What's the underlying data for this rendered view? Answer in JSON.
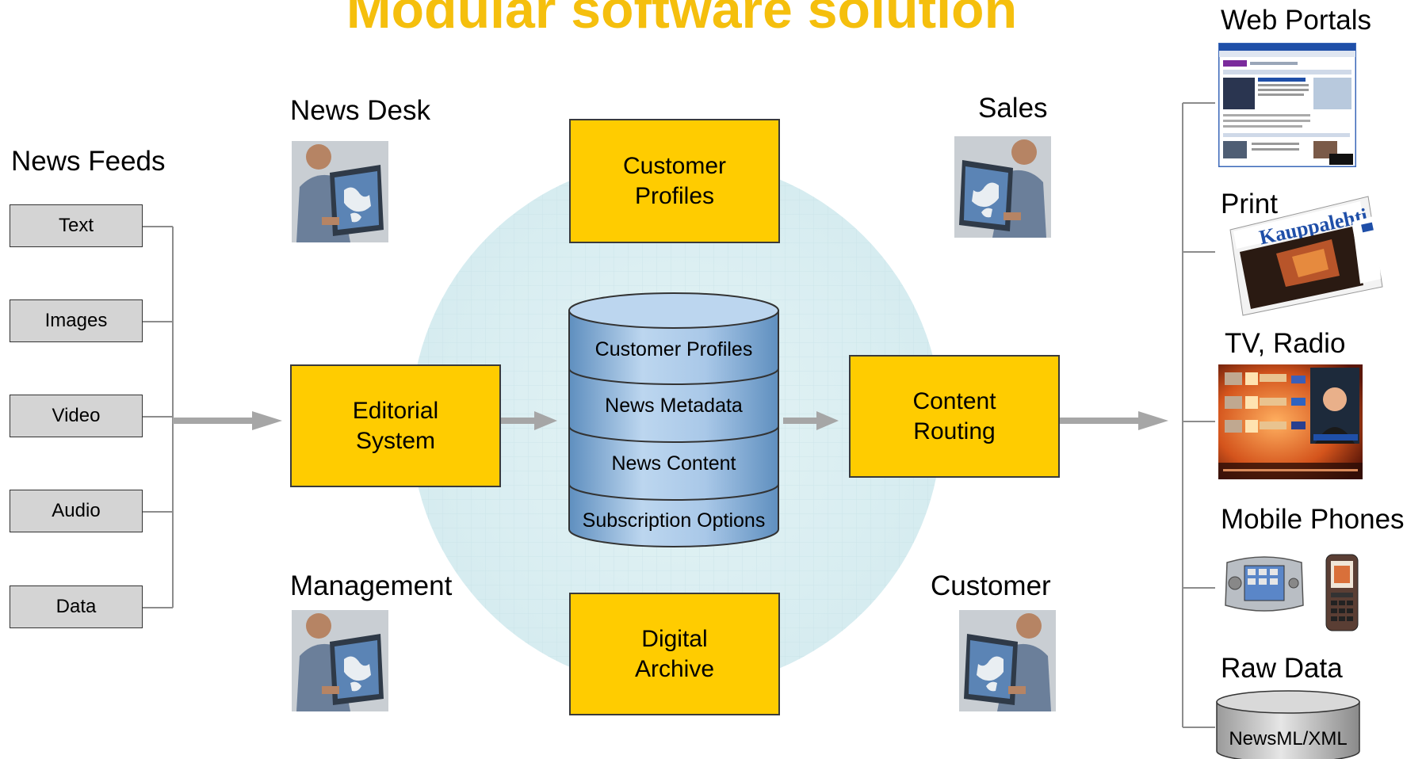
{
  "title": "Modular software solution",
  "feeds": {
    "heading": "News Feeds",
    "items": [
      "Text",
      "Images",
      "Video",
      "Audio",
      "Data"
    ]
  },
  "roles": {
    "news_desk": "News Desk",
    "sales": "Sales",
    "management": "Management",
    "customer": "Customer"
  },
  "modules": {
    "customer_profiles": [
      "Customer",
      "Profiles"
    ],
    "editorial_system": [
      "Editorial",
      "System"
    ],
    "content_routing": [
      "Content",
      "Routing"
    ],
    "digital_archive": [
      "Digital",
      "Archive"
    ]
  },
  "database": {
    "layers": [
      "Customer Profiles",
      "News Metadata",
      "News Content",
      "Subscription Options"
    ]
  },
  "outputs": {
    "web_portals": "Web Portals",
    "print": "Print",
    "print_masthead": "Kauppalehti",
    "tv_radio": "TV, Radio",
    "mobile_phones": "Mobile Phones",
    "raw_data": "Raw Data",
    "raw_data_format": "NewsML/XML"
  },
  "colors": {
    "accent_yellow": "#ffcc00",
    "title_yellow": "#f5bf0d",
    "feed_gray": "#d4d4d4",
    "circle": "#dceff2",
    "db_blue": "#8fb7de",
    "arrow_gray": "#a6a6a6"
  }
}
